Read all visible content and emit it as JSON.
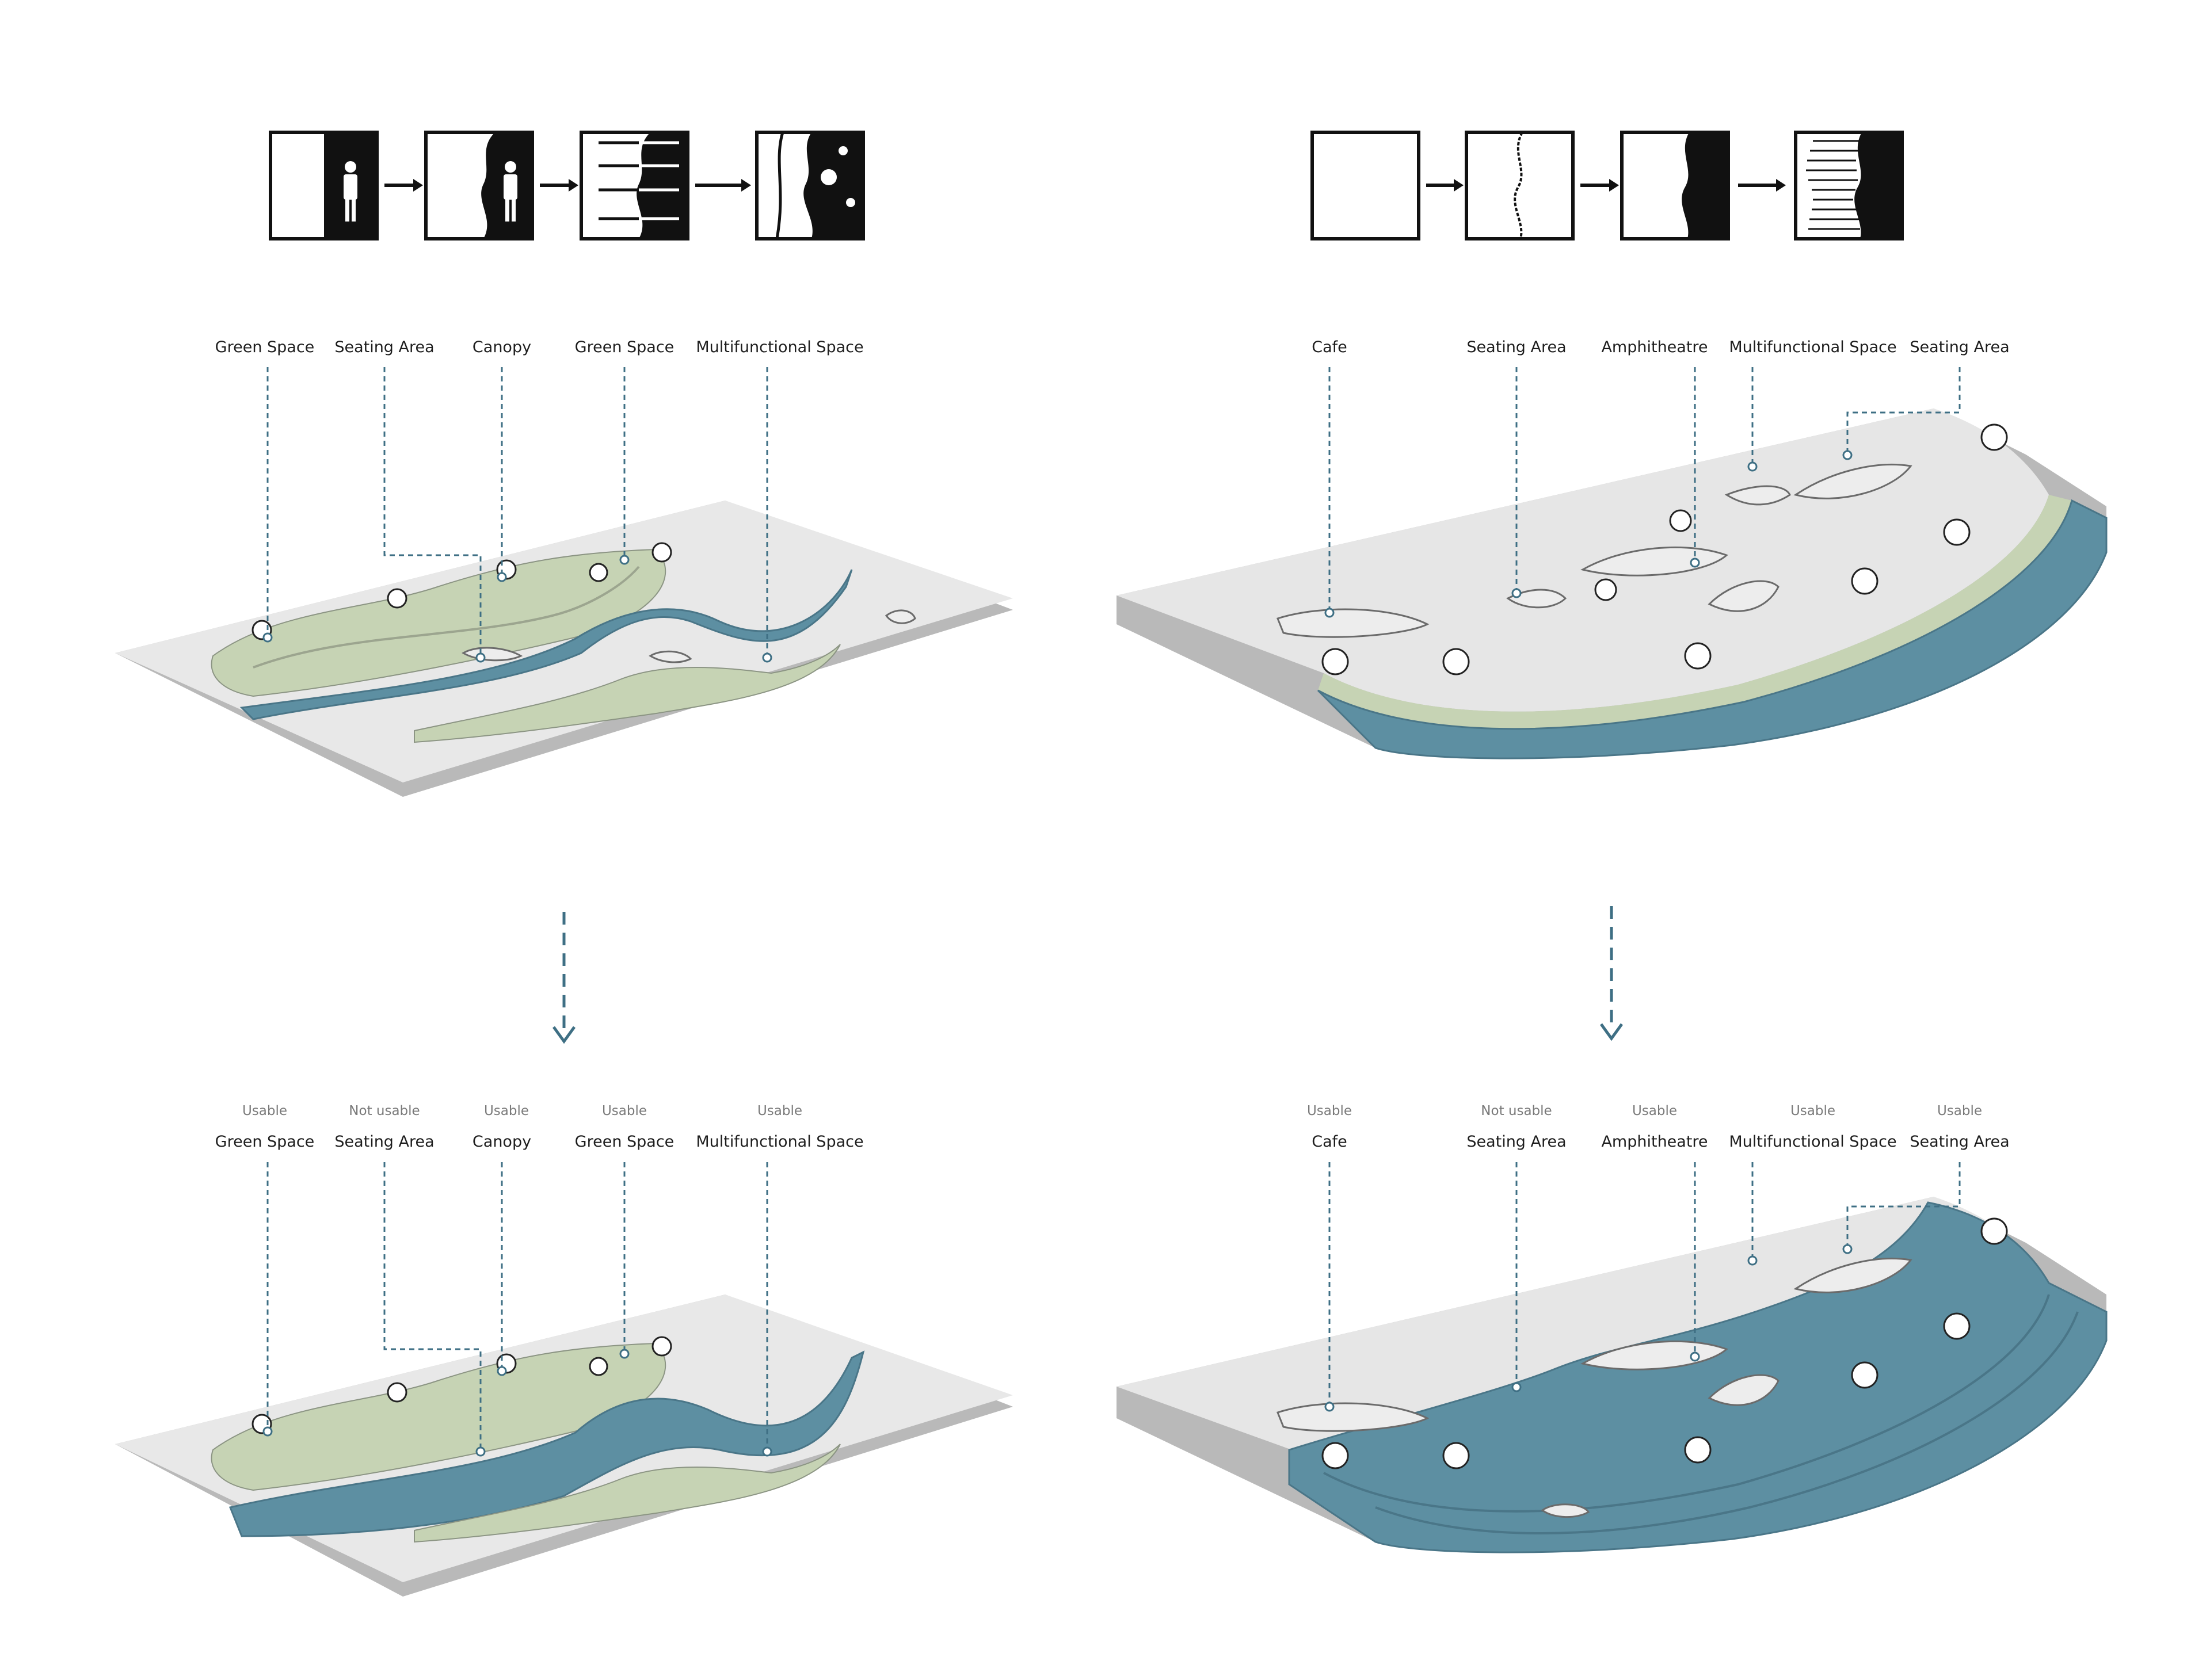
{
  "left_labels": [
    "Green Space",
    "Seating Area",
    "Canopy",
    "Green Space",
    "Multifunctional Space"
  ],
  "right_labels": [
    "Cafe",
    "Seating Area",
    "Amphitheatre",
    "Multifunctional Space",
    "Seating Area"
  ],
  "left_status": [
    "Usable",
    "Not usable",
    "Usable",
    "Usable",
    "Usable"
  ],
  "right_status": [
    "Usable",
    "Not usable",
    "Usable",
    "Usable",
    "Usable"
  ],
  "colors": {
    "water": "#5d8fa2",
    "water_dark": "#4a7688",
    "green": "#c6d3b4",
    "ground": "#e8e8e8",
    "ground_side": "#b9b9b9",
    "leader": "#3e6f84"
  }
}
